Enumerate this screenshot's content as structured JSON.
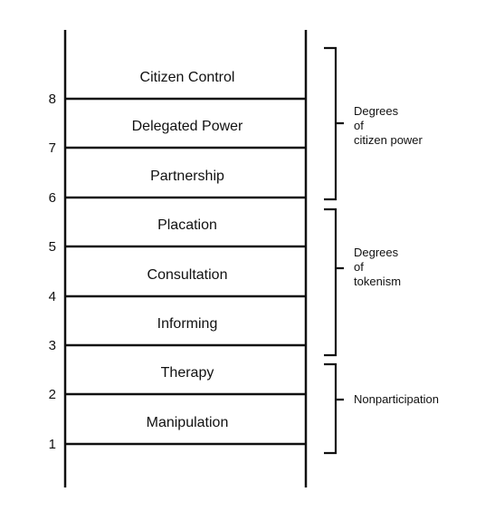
{
  "ladder": {
    "rungs": [
      {
        "number": "8",
        "label": "Citizen Control"
      },
      {
        "number": "7",
        "label": "Delegated Power"
      },
      {
        "number": "6",
        "label": "Partnership"
      },
      {
        "number": "5",
        "label": "Placation"
      },
      {
        "number": "4",
        "label": "Consultation"
      },
      {
        "number": "3",
        "label": "Informing"
      },
      {
        "number": "2",
        "label": "Therapy"
      },
      {
        "number": "1",
        "label": "Manipulation"
      }
    ],
    "groups": [
      {
        "lines": [
          "Degrees",
          "of",
          "citizen power"
        ]
      },
      {
        "lines": [
          "Degrees",
          "of",
          "tokenism"
        ]
      },
      {
        "lines": [
          "Nonparticipation"
        ]
      }
    ],
    "colors": {
      "ink": "#111111",
      "background": "#ffffff"
    }
  }
}
